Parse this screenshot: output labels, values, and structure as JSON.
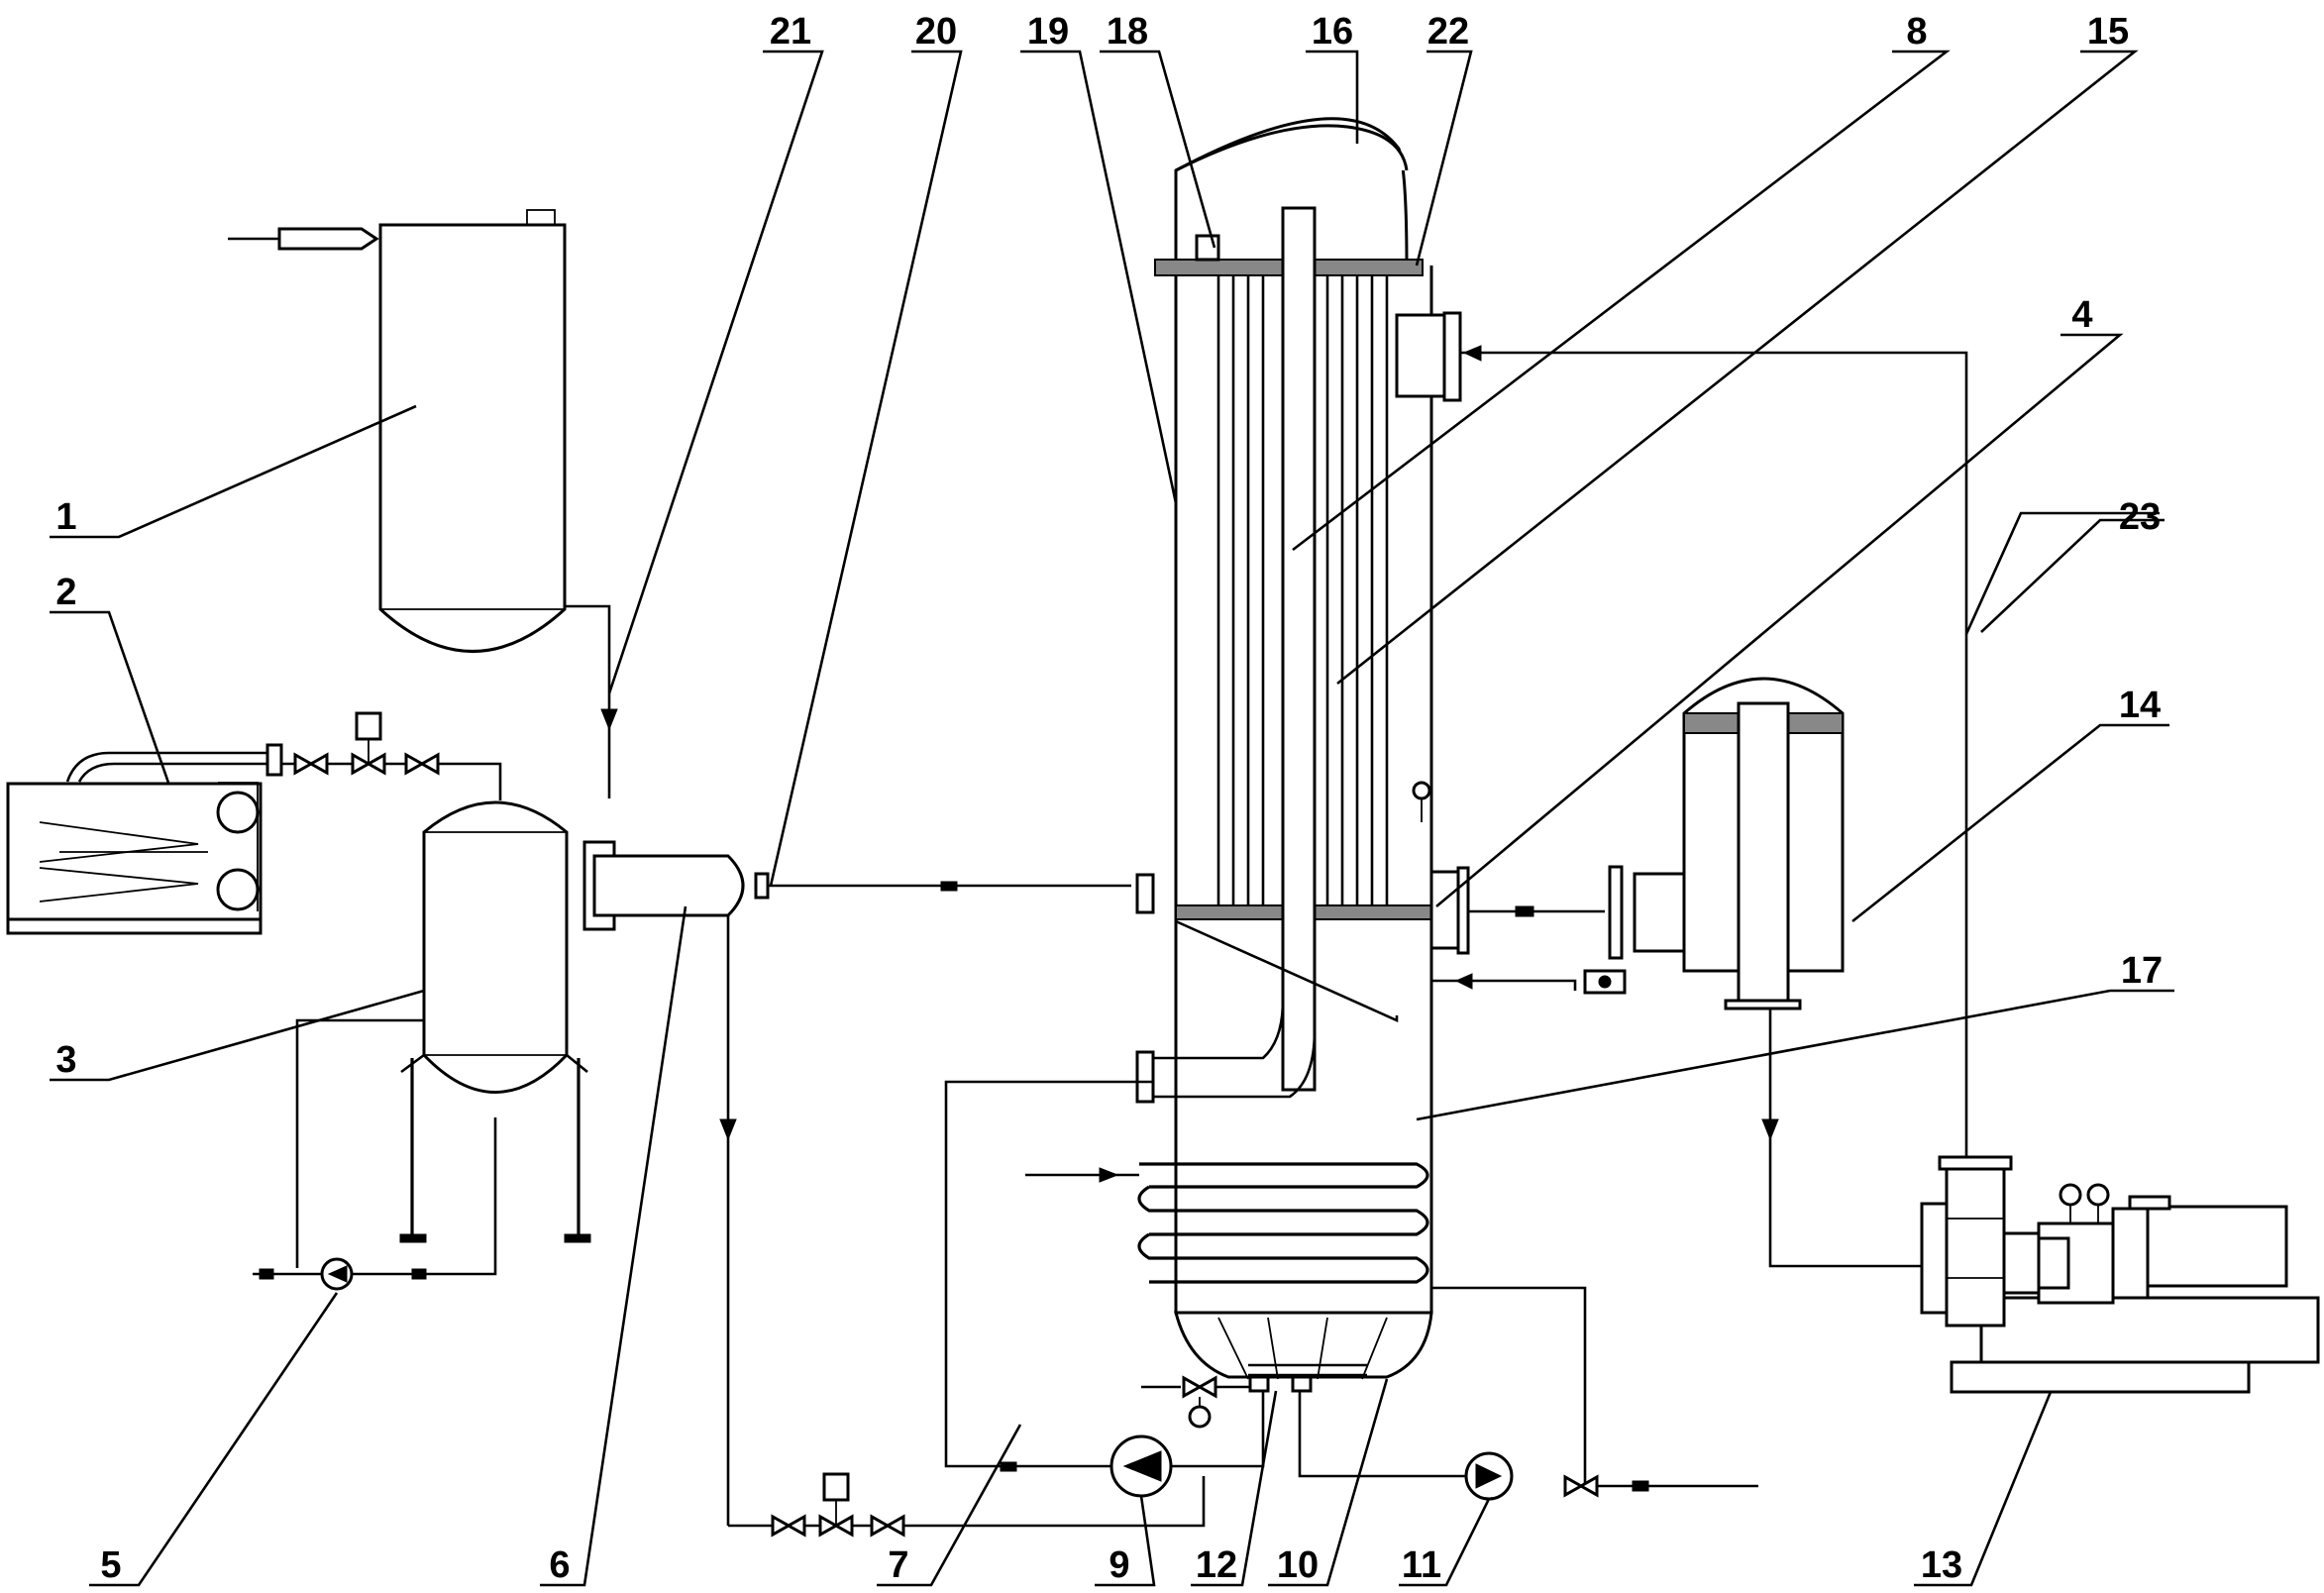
{
  "diagram": {
    "callouts": [
      {
        "id": "1",
        "label": "1"
      },
      {
        "id": "2",
        "label": "2"
      },
      {
        "id": "3",
        "label": "3"
      },
      {
        "id": "4",
        "label": "4"
      },
      {
        "id": "5",
        "label": "5"
      },
      {
        "id": "6",
        "label": "6"
      },
      {
        "id": "7",
        "label": "7"
      },
      {
        "id": "8",
        "label": "8"
      },
      {
        "id": "9",
        "label": "9"
      },
      {
        "id": "10",
        "label": "10"
      },
      {
        "id": "11",
        "label": "11"
      },
      {
        "id": "12",
        "label": "12"
      },
      {
        "id": "13",
        "label": "13"
      },
      {
        "id": "14",
        "label": "14"
      },
      {
        "id": "15",
        "label": "15"
      },
      {
        "id": "16",
        "label": "16"
      },
      {
        "id": "17",
        "label": "17"
      },
      {
        "id": "18",
        "label": "18"
      },
      {
        "id": "19",
        "label": "19"
      },
      {
        "id": "20",
        "label": "20"
      },
      {
        "id": "21",
        "label": "21"
      },
      {
        "id": "22",
        "label": "22"
      },
      {
        "id": "23",
        "label": "23"
      }
    ],
    "colors": {
      "line": "#000000",
      "background": "#ffffff"
    }
  }
}
